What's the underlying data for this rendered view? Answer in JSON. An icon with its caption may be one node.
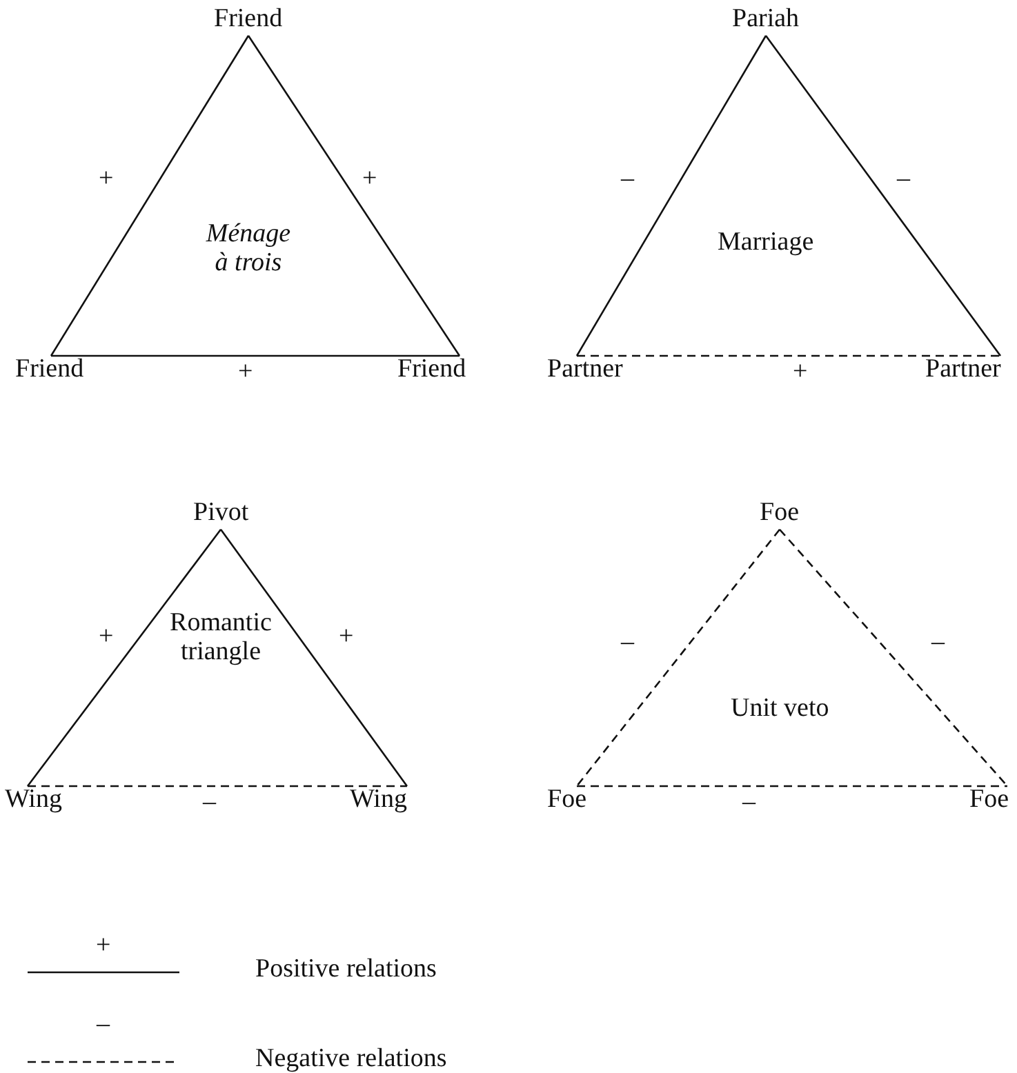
{
  "diagram": {
    "nodes": [
      {
        "text": [
          "Friend"
        ]
      },
      {
        "text": [
          "Pariah"
        ]
      },
      {
        "text": [
          "Friend"
        ]
      },
      {
        "text": [
          "Friend"
        ]
      },
      {
        "text": [
          "Partner"
        ]
      },
      {
        "text": [
          "Partner"
        ]
      },
      {
        "text": [
          "Pivot"
        ]
      },
      {
        "text": [
          "Foe"
        ]
      },
      {
        "text": [
          "Wing"
        ]
      },
      {
        "text": [
          "Wing"
        ]
      },
      {
        "text": [
          "Foe"
        ]
      },
      {
        "text": [
          "Foe"
        ]
      }
    ],
    "edges": [
      {
        "from": 0,
        "to": 2,
        "arrow": "none",
        "label": "+"
      },
      {
        "from": 0,
        "to": 3,
        "arrow": "none",
        "label": "+"
      },
      {
        "from": 2,
        "to": 3,
        "arrow": "none",
        "label": "+"
      },
      {
        "from": 1,
        "to": 4,
        "arrow": "none",
        "label": "–"
      },
      {
        "from": 1,
        "to": 5,
        "arrow": "none",
        "label": "–"
      },
      {
        "from": 4,
        "to": 5,
        "arrow": "none",
        "label": "+",
        "style": "dashed"
      },
      {
        "from": 6,
        "to": 8,
        "arrow": "none",
        "label": "+"
      },
      {
        "from": 6,
        "to": 9,
        "arrow": "none",
        "label": "+"
      },
      {
        "from": 8,
        "to": 9,
        "arrow": "none",
        "label": "–",
        "style": "dashed"
      },
      {
        "from": 7,
        "to": 10,
        "arrow": "none",
        "label": "–",
        "style": "dashed"
      },
      {
        "from": 7,
        "to": 11,
        "arrow": "none",
        "label": "–",
        "style": "dashed"
      },
      {
        "from": 10,
        "to": 11,
        "arrow": "none",
        "label": "–",
        "style": "dashed"
      }
    ],
    "labels": [
      "Ménage à trois",
      "Marriage",
      "Romantic triangle",
      "Unit veto",
      "+",
      "–"
    ],
    "legend": [
      {
        "text": "Positive relations"
      },
      {
        "text": "Negative relations"
      }
    ]
  }
}
